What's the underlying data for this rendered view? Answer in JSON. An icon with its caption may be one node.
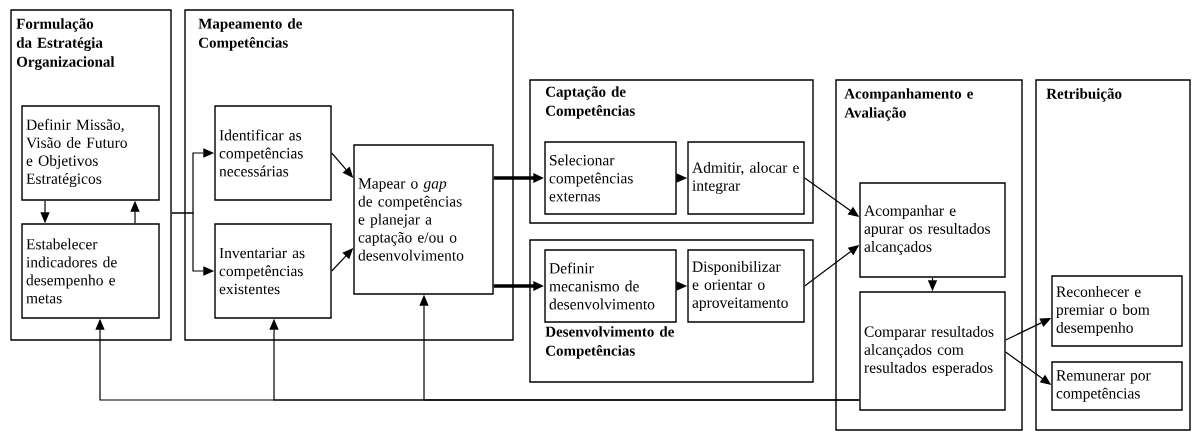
{
  "diagram": {
    "nodes": [
      {
        "text": [
          "Formulação da Estratégia Organizacional"
        ]
      },
      {
        "text": [
          "Definir Missão, Visão de Futuro e Objetivos Estratégicos"
        ],
        "in": 0
      },
      {
        "text": [
          "Estabelecer indicadores de desempenho e metas"
        ],
        "in": 0
      },
      {
        "text": [
          "Mapeamento de Competências"
        ]
      },
      {
        "text": [
          "Identificar as competências necessárias"
        ],
        "in": 3
      },
      {
        "text": [
          "Inventariar as competências existentes"
        ],
        "in": 3
      },
      {
        "text": [
          "Mapear o *gap* de competências e planejar a captação e/ou o desenvolvimento"
        ],
        "in": 3
      },
      {
        "text": [
          "Captação de Competências"
        ]
      },
      {
        "text": [
          "Selecionar competências externas"
        ],
        "in": 7
      },
      {
        "text": [
          "Admitir, alocar e integrar"
        ],
        "in": 7
      },
      {
        "text": [
          "Desenvolvimento de Competências"
        ]
      },
      {
        "text": [
          "Definir mecanismo de desenvolvimento"
        ],
        "in": 10
      },
      {
        "text": [
          "Disponibilizar e orientar o aproveitamento"
        ],
        "in": 10
      },
      {
        "text": [
          "Acompanhamento e Avaliação"
        ]
      },
      {
        "text": [
          "Acompanhar e apurar os resultados alcançados"
        ],
        "in": 13
      },
      {
        "text": [
          "Comparar resultados alcançados com resultados esperados"
        ],
        "in": 13
      },
      {
        "text": [
          "Retribuição"
        ]
      },
      {
        "text": [
          "Reconhecer e premiar o bom desempenho"
        ],
        "in": 16
      },
      {
        "text": [
          "Remunerar por competências"
        ],
        "in": 16
      }
    ],
    "edges": [
      {
        "from": 1,
        "to": 2,
        "arrow": "to"
      },
      {
        "from": 2,
        "to": 1,
        "arrow": "to"
      },
      {
        "from": 0,
        "to": 4,
        "arrow": "to"
      },
      {
        "from": 0,
        "to": 5,
        "arrow": "to"
      },
      {
        "from": 4,
        "to": 6,
        "arrow": "to"
      },
      {
        "from": 5,
        "to": 6,
        "arrow": "to"
      },
      {
        "from": 6,
        "to": 8,
        "arrow": "to",
        "style": "thick"
      },
      {
        "from": 6,
        "to": 11,
        "arrow": "to",
        "style": "thick"
      },
      {
        "from": 8,
        "to": 9,
        "arrow": "to"
      },
      {
        "from": 11,
        "to": 12,
        "arrow": "to"
      },
      {
        "from": 9,
        "to": 14,
        "arrow": "to"
      },
      {
        "from": 12,
        "to": 14,
        "arrow": "to"
      },
      {
        "from": 14,
        "to": 15,
        "arrow": "to"
      },
      {
        "from": 15,
        "to": 17,
        "arrow": "to"
      },
      {
        "from": 15,
        "to": 18,
        "arrow": "to"
      },
      {
        "from": 15,
        "to": 2,
        "arrow": "to"
      },
      {
        "from": 15,
        "to": 5,
        "arrow": "to"
      },
      {
        "from": 15,
        "to": 6,
        "arrow": "to"
      }
    ]
  }
}
